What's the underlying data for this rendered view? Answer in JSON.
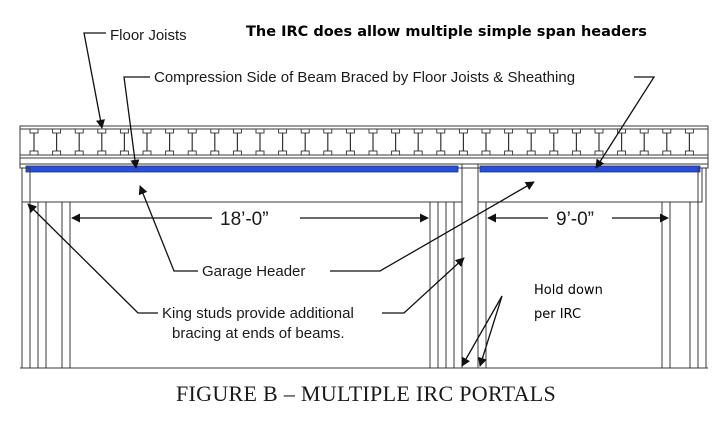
{
  "heading": "The IRC does allow multiple simple span headers",
  "labels": {
    "floor_joists": "Floor Joists",
    "compression": "Compression Side of Beam Braced by Floor Joists & Sheathing",
    "garage_header": "Garage Header",
    "king_studs_line1": "King studs provide additional",
    "king_studs_line2": "bracing at ends of beams.",
    "hold_down_line1": "Hold down",
    "hold_down_line2": "per IRC"
  },
  "dimensions": {
    "left_span": "18’-0”",
    "right_span": "9’-0”"
  },
  "caption": "FIGURE B – MULTIPLE IRC PORTALS",
  "colors": {
    "header_blue": "#2a4fd6",
    "line": "#3a3a3a"
  }
}
